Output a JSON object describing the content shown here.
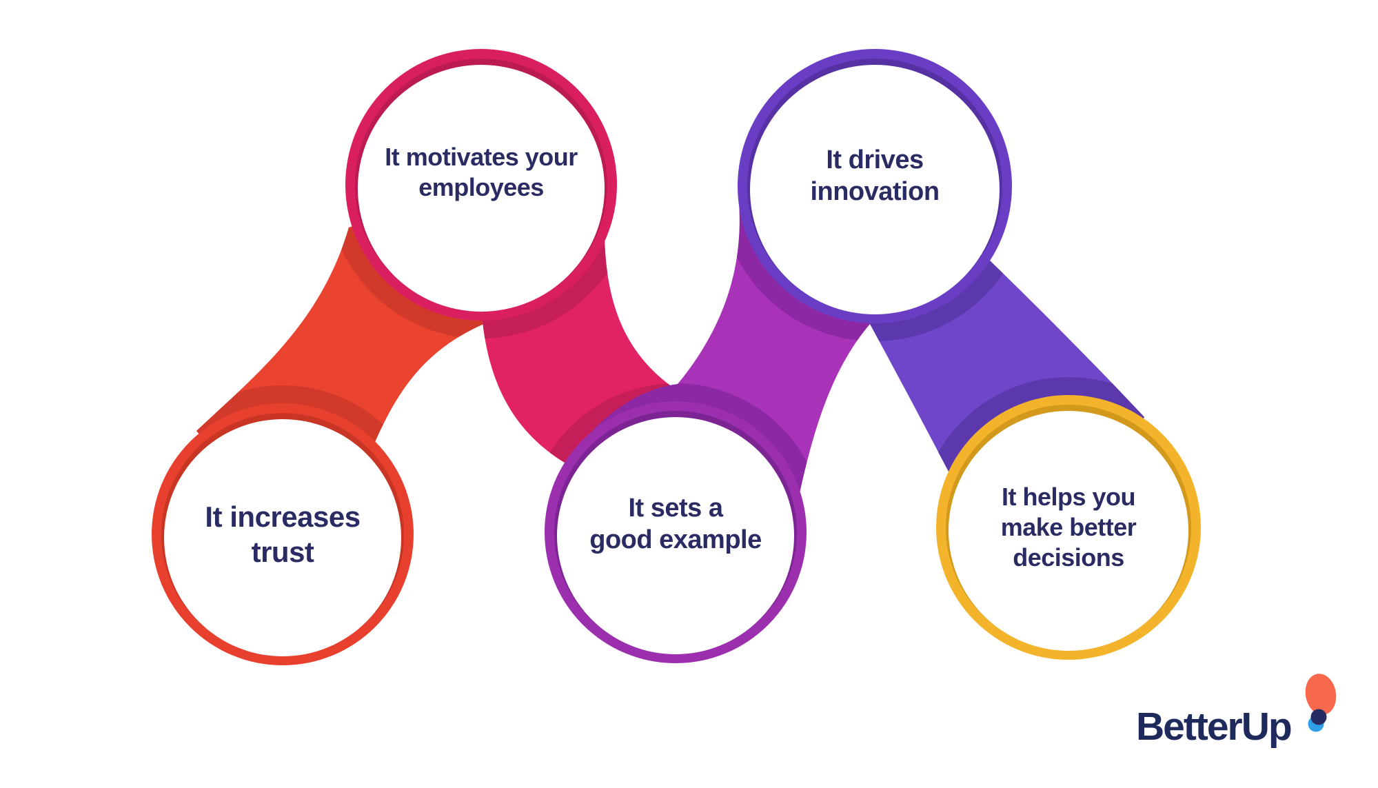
{
  "diagram": {
    "bubbles": [
      {
        "id": "motivates-employees",
        "label": "It motivates your\nemployees"
      },
      {
        "id": "drives-innovation",
        "label": "It drives\ninnovation"
      },
      {
        "id": "increases-trust",
        "label": "It increases\ntrust"
      },
      {
        "id": "sets-good-example",
        "label": "It sets a\ngood example"
      },
      {
        "id": "better-decisions",
        "label": "It helps you\nmake better\ndecisions"
      }
    ]
  },
  "logo": {
    "wordmark": "BetterUp"
  },
  "colors": {
    "background": "#FFFFFF",
    "text": "#2A2B63",
    "band-red": "#EA432F",
    "band-red-dark": "#D1392A",
    "band-pink": "#E12366",
    "band-pink-dark": "#C61E59",
    "band-magenta": "#A832B8",
    "band-magenta-dark": "#8D28A4",
    "band-violet": "#6F46C9",
    "band-violet-dark": "#5B38AB",
    "ring-pink": "#DA1F60",
    "ring-pink-dark": "#BC1A52",
    "ring-purple": "#6A3EC4",
    "ring-purple-dark": "#5531A3",
    "ring-red": "#E7402E",
    "ring-red-dark": "#C93524",
    "ring-magenta": "#9C2FAE",
    "ring-magenta-dark": "#7D2495",
    "ring-yellow": "#F3B32A",
    "ring-yellow-dark": "#D2991C",
    "logo-navy": "#1F2A5C",
    "logo-balloon": "#F8684C",
    "logo-dot-navy": "#252C62",
    "logo-dot-blue": "#2F9FE8"
  }
}
